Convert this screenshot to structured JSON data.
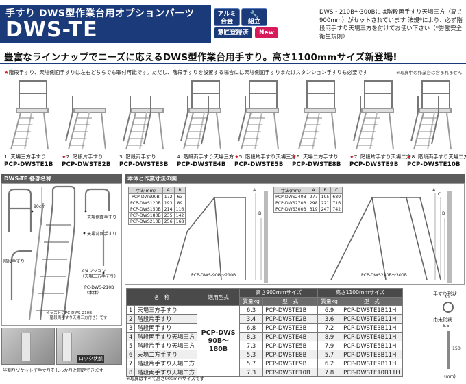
{
  "header": {
    "subtitle": "手すり DWS型作業台用オプションパーツ",
    "title": "DWS-TE",
    "badges": {
      "aluminum": "アルミ\n合金",
      "assembly": "組立",
      "design": "意匠登録済",
      "new": "New"
    },
    "note": "DWS・210B～300Bには階段両手すり天場三方（高さ900mm）がセットされています 法規*により、必ず階段両手すり天場三方を付けてお使い下さい（*労働安全衛生規則）"
  },
  "headline": "豊富なラインナップでニーズに応えるDWS型作業台用手すり。高さ1100mmサイズ新登場!",
  "note_line": {
    "star": "★",
    "text": "階段手すり、天場側面手すりは左右どちらでも取付可能です。ただし、階段手すりを設置する場合には天場側面手すりまたはスタンション手すりも必要です"
  },
  "photo_note": "※写真中の作業台は含まれません",
  "products": [
    {
      "star": "",
      "label": "1. 天場三方手すり",
      "model": "PCP-DWSTE1B"
    },
    {
      "star": "★",
      "label": "2. 階段片手すり",
      "model": "PCP-DWSTE2B"
    },
    {
      "star": "",
      "label": "3. 階段両手すり",
      "model": "PCP-DWSTE3B"
    },
    {
      "star": "",
      "label": "4. 階段両手すり天場三方",
      "model": "PCP-DWSTE4B"
    },
    {
      "star": "★",
      "label": "5. 階段片手すり天場三方",
      "model": "PCP-DWSTE5B"
    },
    {
      "star": "★",
      "label": "6. 天場二方手すり",
      "model": "PCP-DWSTE8B"
    },
    {
      "star": "★",
      "label": "7. 階段片手すり天場二方",
      "model": "PCP-DWSTE9B"
    },
    {
      "star": "★",
      "label": "8. 階段両手すり天場二方",
      "model": "PCP-DWSTE10B"
    }
  ],
  "parts_panel": {
    "title": "DWS-TE 各部名称",
    "dim_label": "90cm",
    "parts": {
      "stair_rail": "階段手すり",
      "top_side_rail": "天場側面手すり",
      "top_rear_rail": "天場背面手すり",
      "stanchion": "スタンション\n（天場三方手すり）",
      "pc_dws": "PC-DWS-210B\n（本体）",
      "caption": "イラストはPC-DWS-210B\n（階段両手すり天場三方付き）です"
    },
    "photo_caption": "半割りソケットで手すりをしっかりと固定できます",
    "lock_label": "ロック状態"
  },
  "dims_panel": {
    "title": "本体と作業寸法の図",
    "table1": {
      "headers": [
        "寸法(mm)",
        "A",
        "B"
      ],
      "rows": [
        [
          "PCP-DWS90B",
          "172",
          "63"
        ],
        [
          "PCP-DWS120B",
          "193",
          "89"
        ],
        [
          "PCP-DWS150B",
          "214",
          "116"
        ],
        [
          "PCP-DWS180B",
          "235",
          "142"
        ],
        [
          "PCP-DWS210B",
          "256",
          "168"
        ]
      ]
    },
    "table2": {
      "headers": [
        "寸法(mm)",
        "A",
        "B",
        "C"
      ],
      "rows": [
        [
          "PCP-DWS240B",
          "277",
          "195",
          "689"
        ],
        [
          "PCP-DWS270B",
          "298",
          "221",
          "716"
        ],
        [
          "PCP-DWS300B",
          "319",
          "247",
          "742"
        ]
      ]
    },
    "range1": "PCP-DWS-90B～210B",
    "range2": "PCP-DWS240B～300B",
    "letters": [
      "A",
      "B",
      "C"
    ]
  },
  "spec_table": {
    "headers": {
      "name": "名　称",
      "model_type": "適用型式",
      "h900": "高さ900mmサイズ",
      "h1100": "高さ1100mmサイズ",
      "weight": "質量kg",
      "type": "型　式"
    },
    "applicable": "PCP-DWS\n90B～180B",
    "rows": [
      {
        "no": "1",
        "name": "天場三方手すり",
        "w900": "6.3",
        "m900": "PCP-DWSTE1B",
        "w1100": "6.9",
        "m1100": "PCP-DWSTE1B11H"
      },
      {
        "no": "2",
        "name": "階段片手すり",
        "w900": "3.4",
        "m900": "PCP-DWSTE2B",
        "w1100": "3.6",
        "m1100": "PCP-DWSTE2B11H"
      },
      {
        "no": "3",
        "name": "階段両手すり",
        "w900": "6.8",
        "m900": "PCP-DWSTE3B",
        "w1100": "7.2",
        "m1100": "PCP-DWSTE3B11H"
      },
      {
        "no": "4",
        "name": "階段両手すり天場三方",
        "w900": "8.3",
        "m900": "PCP-DWSTE4B",
        "w1100": "8.9",
        "m1100": "PCP-DWSTE4B11H"
      },
      {
        "no": "5",
        "name": "階段片手すり天場三方",
        "w900": "7.3",
        "m900": "PCP-DWSTE5B",
        "w1100": "7.9",
        "m1100": "PCP-DWSTE5B11H"
      },
      {
        "no": "6",
        "name": "天場二方手すり",
        "w900": "5.3",
        "m900": "PCP-DWSTE8B",
        "w1100": "5.7",
        "m1100": "PCP-DWSTE8B11H"
      },
      {
        "no": "7",
        "name": "階段片手すり天場二方",
        "w900": "5.7",
        "m900": "PCP-DWSTE9B",
        "w1100": "6.2",
        "m1100": "PCP-DWSTE9B11H"
      },
      {
        "no": "8",
        "name": "階段両手すり天場二方",
        "w900": "7.3",
        "m900": "PCP-DWSTE10B",
        "w1100": "7.8",
        "m1100": "PCP-DWSTE10B11H"
      }
    ],
    "note": "※写真はすべて高さ900mmサイズです"
  },
  "shapes": {
    "rail_shape": "手すり形状",
    "rail_dim": "30",
    "stanchion_shape": "巾木形状",
    "stanchion_dims": [
      "6.5",
      "150"
    ],
    "unit": "(mm)"
  },
  "colors": {
    "brand": "#1b3a7a",
    "new": "#d61a5a",
    "star": "#d61a1a"
  }
}
